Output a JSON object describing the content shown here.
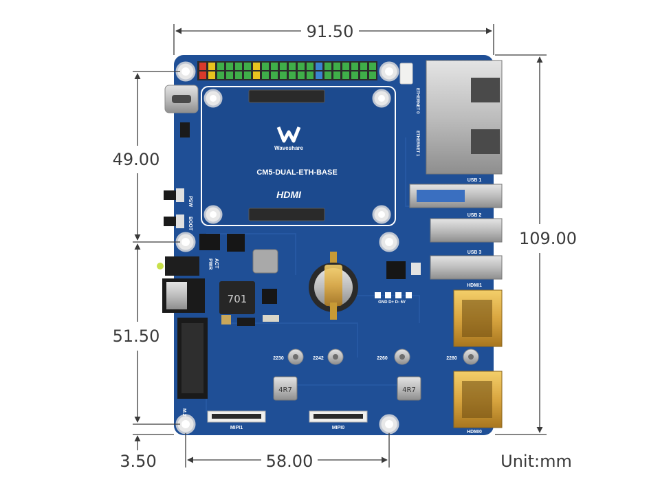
{
  "dimensions": {
    "top_width": "91.50",
    "left_upper": "49.00",
    "left_lower": "51.50",
    "right_height": "109.00",
    "bottom_width": "58.00",
    "bottom_offset": "3.50",
    "unit": "Unit:mm"
  },
  "board": {
    "logo_text": "Waveshare",
    "model": "CM5-DUAL-ETH-BASE",
    "hdmi_logo": "HDMI",
    "inductor_main": "701",
    "inductor_a": "4R7",
    "inductor_b": "4R7",
    "psw": "PSW",
    "boot": "BOOT",
    "act": "ACT",
    "pwr": "PWR",
    "usb_pins": "GND D+ D- 5V",
    "ethernet0": "ETHERNET 0",
    "ethernet1": "ETHERNET 1",
    "usb1": "USB 1",
    "usb2": "USB 2",
    "usb3": "USB 3",
    "hdmi1": "HDMI1",
    "hdmi0": "HDMI0",
    "m2": "M.2",
    "mipi1": "MIPI1",
    "mipi0": "MIPI0",
    "standoff_2230": "2230",
    "standoff_2242": "2242",
    "standoff_2260": "2260",
    "standoff_2280": "2280"
  },
  "colors": {
    "pcb": "#1f4f96",
    "pcb_dark": "#173f7c",
    "silk": "#ffffff",
    "dimension_line": "#3a3a3a",
    "gold": "#d9a640",
    "header_green": "#3fae49"
  }
}
